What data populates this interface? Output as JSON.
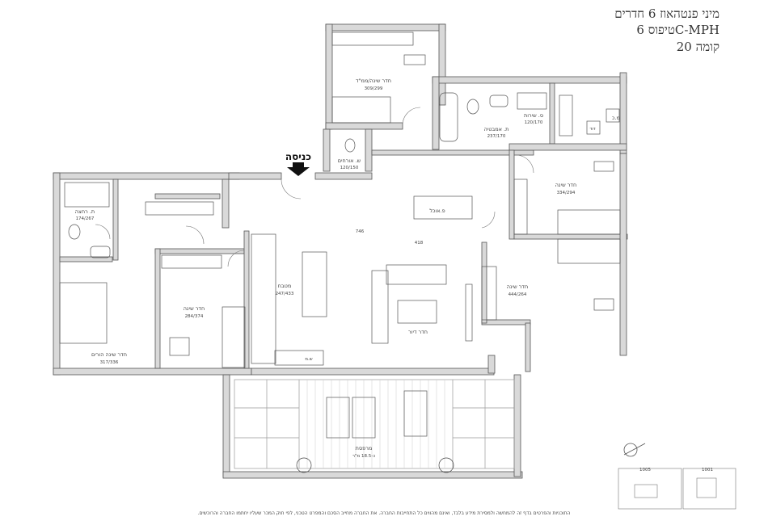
{
  "title": {
    "line1": "מיני פנטהאוז 6 חדרים",
    "line2": "טיפוס 6C-MPH",
    "line3": "קומה 20"
  },
  "entrance_label": "כניסה",
  "rooms": {
    "master_bedroom_mamad": {
      "name": "חדר שינה/ממ\"ד",
      "size": "309/299"
    },
    "bath": {
      "name": "ת. אמבטיה",
      "size": "237/170"
    },
    "service_balcony": {
      "name": "מ.כ",
      "size": ""
    },
    "services": {
      "name": "ס. שירות",
      "size": "120/170"
    },
    "guest_wc": {
      "name": "ש. אורחים",
      "size": "120/150"
    },
    "bedroom_right_top": {
      "name": "חדר שינה",
      "size": "334/294"
    },
    "shower": {
      "name": "ת. רחצה",
      "size": "174/267"
    },
    "dining": {
      "name": "פ.אוכל",
      "size": ""
    },
    "kitchen": {
      "name": "מטבח",
      "size": "247/433"
    },
    "bedroom_mid": {
      "name": "חדר שינה",
      "size": "284/374"
    },
    "parents_bedroom": {
      "name": "חדר שינה הורים",
      "size": "317/336"
    },
    "living": {
      "name": "חדר דיור",
      "size": ""
    },
    "bedroom_right_bottom": {
      "name": "חדר שינה",
      "size": "444/264"
    },
    "terrace": {
      "name": "מרפסת",
      "size": "כ-18.5 מ\"ר"
    }
  },
  "dimensions": {
    "width_mark": "746",
    "height_mark": "418"
  },
  "labels": {
    "dud": "דוד",
    "dryer": "מ.כ",
    "gas": "ש.מ"
  },
  "keyplan": {
    "unit_left": "1005",
    "unit_right": "1001"
  },
  "footer": "התוכניות והפרטים בדף זה להמחשה ולמסירת מידע בלבד, ואינם מהווים כל התחייבות החברה. את החברה מחייב הסכם והמפרט הטכני, לפי חוק המכר שעליו יחתמו החברה והרוכשים."
}
